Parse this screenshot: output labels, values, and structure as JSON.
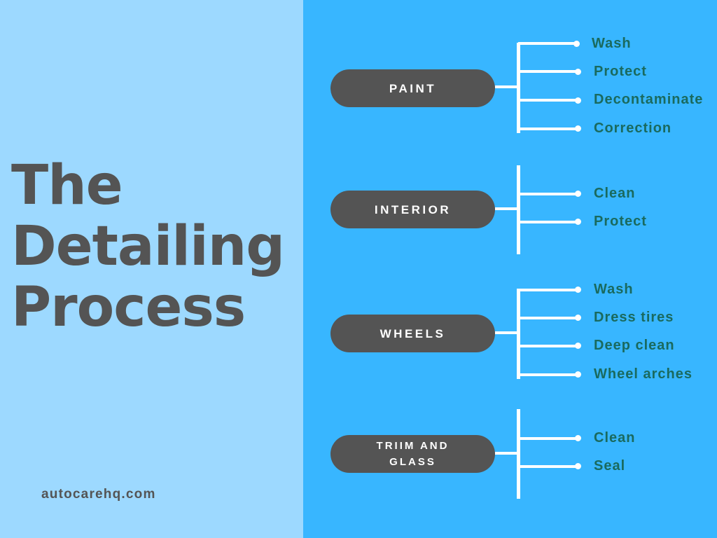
{
  "title": {
    "lines": [
      "The",
      "Detailing",
      "Process"
    ]
  },
  "footer": {
    "website": "autocarehq.com"
  },
  "colors": {
    "left_background": "#9dd9ff",
    "right_background": "#38b6ff",
    "pill": "#545454",
    "pill_text": "#ffffff",
    "item_text": "#1a6a5e",
    "title_text": "#545454",
    "lines": "#ffffff"
  },
  "categories": [
    {
      "label": "PAINT",
      "items": [
        "Wash",
        "Protect",
        "Decontaminate",
        "Correction"
      ]
    },
    {
      "label": "INTERIOR",
      "items": [
        "Clean",
        "Protect"
      ]
    },
    {
      "label": "WHEELS",
      "items": [
        "Wash",
        "Dress tires",
        "Deep clean",
        "Wheel arches"
      ]
    },
    {
      "label_lines": [
        "TRIIM AND",
        "GLASS"
      ],
      "items": [
        "Clean",
        "Seal"
      ]
    }
  ]
}
